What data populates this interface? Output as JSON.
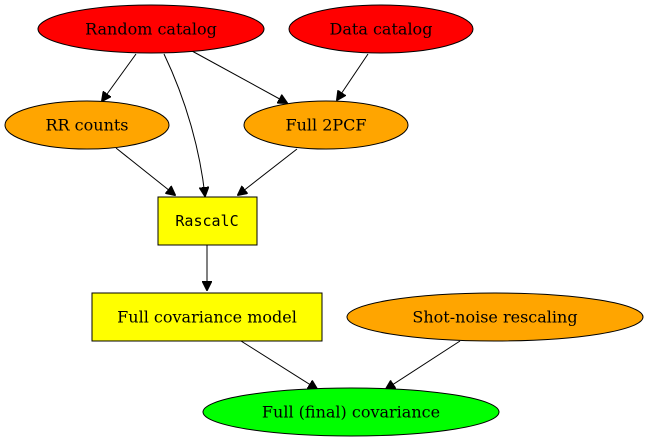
{
  "colors": {
    "input": "#ff0000",
    "intermediate": "#ffa500",
    "process": "#ffff00",
    "output": "#00ff00"
  },
  "nodes": {
    "random_catalog": "Random catalog",
    "data_catalog": "Data catalog",
    "rr_counts": "RR counts",
    "full_2pcf": "Full 2PCF",
    "rascalc": "RascalC",
    "full_cov_model": "Full covariance model",
    "shot_noise": "Shot-noise rescaling",
    "final_cov": "Full (final) covariance"
  }
}
